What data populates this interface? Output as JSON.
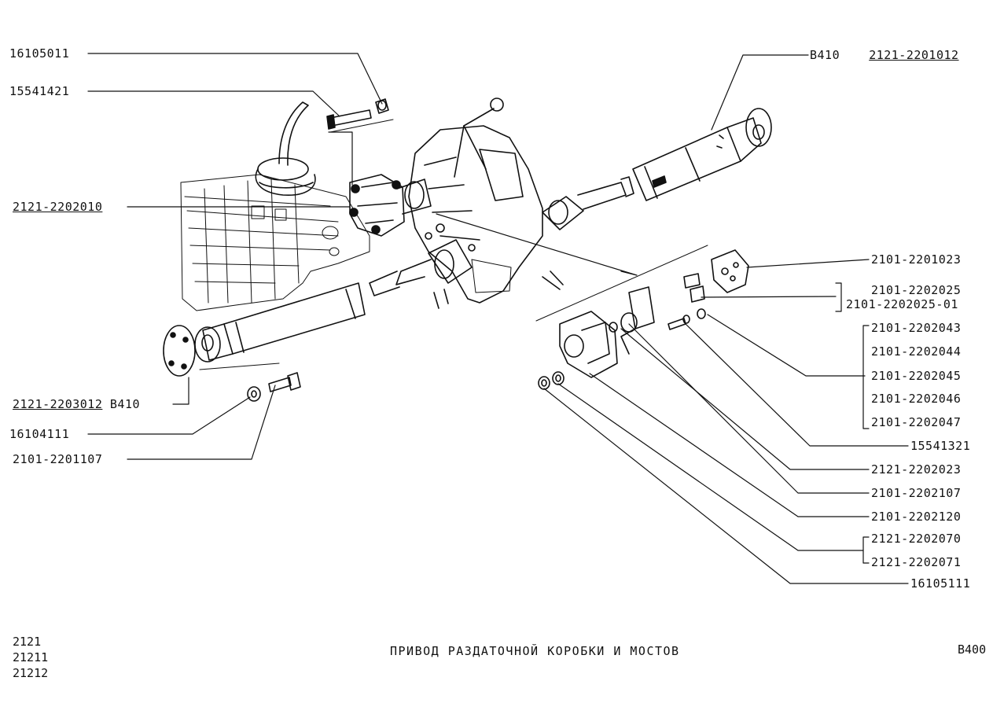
{
  "labels": {
    "l_16105011": "16105011",
    "l_15541421": "15541421",
    "l_2121_2202010": "2121-2202010",
    "l_2121_2203012": "2121-2203012",
    "l_b410_front": "B410",
    "l_16104111": "16104111",
    "l_2101_2201107": "2101-2201107",
    "l_b410_rear": "B410",
    "l_2121_2201012": "2121-2201012",
    "l_2101_2201023": "2101-2201023",
    "l_2101_2202025": "2101-2202025",
    "l_2101_2202025_01": "2101-2202025-01",
    "l_2101_2202043": "2101-2202043",
    "l_2101_2202044": "2101-2202044",
    "l_2101_2202045": "2101-2202045",
    "l_2101_2202046": "2101-2202046",
    "l_2101_2202047": "2101-2202047",
    "l_15541321": "15541321",
    "l_2121_2202023": "2121-2202023",
    "l_2101_2202107": "2101-2202107",
    "l_2101_2202120": "2101-2202120",
    "l_2121_2202070": "2121-2202070",
    "l_2121_2202071": "2121-2202071",
    "l_16105111": "16105111"
  },
  "footer": {
    "models": [
      "2121",
      "21211",
      "21212"
    ],
    "title": "ПРИВОД РАЗДАТОЧНОЙ КОРОБКИ И МОСТОВ",
    "page_code": "B400"
  },
  "colors": {
    "ink": "#111111",
    "background": "#ffffff"
  }
}
